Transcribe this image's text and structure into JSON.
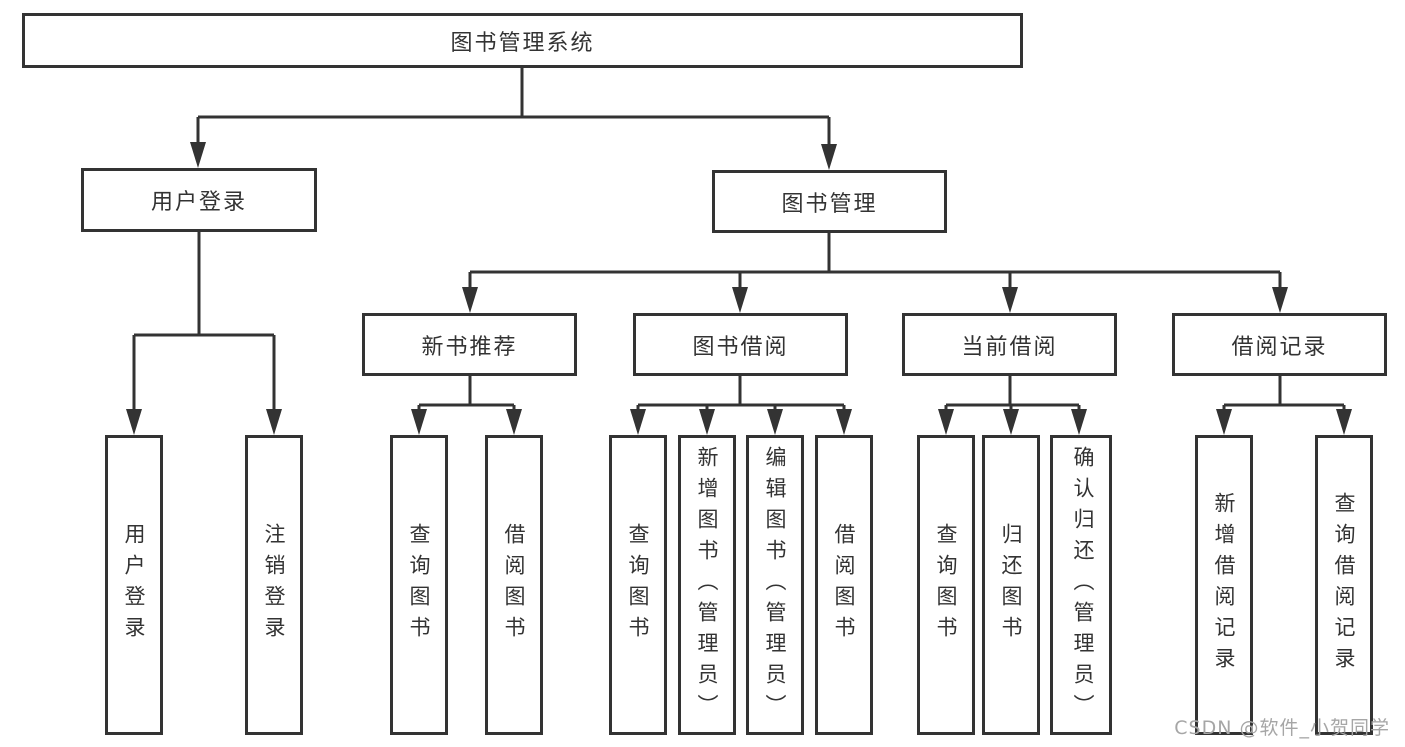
{
  "colors": {
    "line": "#333333",
    "text": "#333333",
    "watermark": "#a6a6a6",
    "background": "#ffffff"
  },
  "tree": {
    "root": {
      "label": "图书管理系统",
      "children": [
        {
          "label": "用户登录",
          "children": [
            {
              "label": "用户登录"
            },
            {
              "label": "注销登录"
            }
          ]
        },
        {
          "label": "图书管理",
          "children": [
            {
              "label": "新书推荐",
              "children": [
                {
                  "label": "查询图书"
                },
                {
                  "label": "借阅图书"
                }
              ]
            },
            {
              "label": "图书借阅",
              "children": [
                {
                  "label": "查询图书"
                },
                {
                  "label": "新增图书（管理员）"
                },
                {
                  "label": "编辑图书（管理员）"
                },
                {
                  "label": "借阅图书"
                }
              ]
            },
            {
              "label": "当前借阅",
              "children": [
                {
                  "label": "查询图书"
                },
                {
                  "label": "归还图书"
                },
                {
                  "label": "确认归还（管理员）"
                }
              ]
            },
            {
              "label": "借阅记录",
              "children": [
                {
                  "label": "新增借阅记录"
                },
                {
                  "label": "查询借阅记录"
                }
              ]
            }
          ]
        }
      ]
    }
  },
  "watermark": {
    "text": "CSDN @软件_小贺同学"
  }
}
